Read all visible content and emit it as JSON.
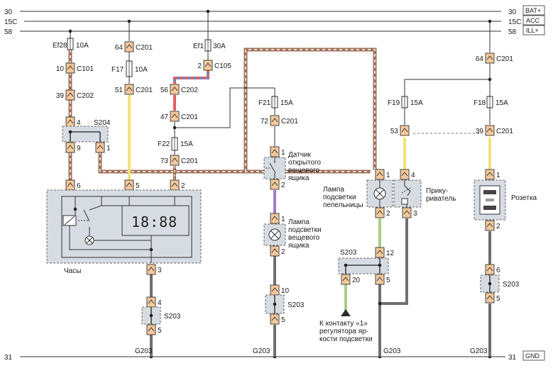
{
  "rails": {
    "r30": {
      "left": "30",
      "right": "30",
      "tag": "BAT+"
    },
    "r15c": {
      "left": "15C",
      "right": "15C",
      "tag": "ACC"
    },
    "r58": {
      "left": "58",
      "right": "58",
      "tag": "ILL+"
    },
    "r31": {
      "left": "31",
      "right": "31",
      "tag": "GND"
    }
  },
  "fuses": {
    "ef28": {
      "name": "Ef28",
      "rating": "10A"
    },
    "f17": {
      "name": "F17",
      "rating": "10A"
    },
    "ef1": {
      "name": "Ef1",
      "rating": "30A"
    },
    "f22": {
      "name": "F22",
      "rating": "15A"
    },
    "f21": {
      "name": "F21",
      "rating": "15A"
    },
    "f19": {
      "name": "F19",
      "rating": "15A"
    },
    "f18": {
      "name": "F18",
      "rating": "15A"
    }
  },
  "connectors": {
    "c101_10": {
      "pin": "10",
      "label": "C101"
    },
    "c202_39": {
      "pin": "39",
      "label": "C202"
    },
    "c201_64a": {
      "pin": "64",
      "label": "C201"
    },
    "c201_51": {
      "pin": "51",
      "label": "C201"
    },
    "c105_2": {
      "pin": "2",
      "label": "C105"
    },
    "c202_56": {
      "pin": "56",
      "label": "C202"
    },
    "c201_47": {
      "pin": "47",
      "label": "C201"
    },
    "c201_73": {
      "pin": "73",
      "label": "C201"
    },
    "c201_72": {
      "pin": "72",
      "label": "C201"
    },
    "c201_53": {
      "pin": "53",
      "label": ""
    },
    "c201_39": {
      "pin": "39",
      "label": "C201"
    },
    "c201_64b": {
      "pin": "64",
      "label": "C201"
    }
  },
  "splices": {
    "s204": {
      "label": "S204",
      "pin_top": "4",
      "pin_a": "9",
      "pin_b": "1"
    },
    "s203_clock": {
      "label": "S203",
      "pin_top": "4",
      "pin_bottom": "5"
    },
    "s203_glove": {
      "label": "S203",
      "pin_top": "10",
      "pin_bottom": "5"
    },
    "s203_mid": {
      "label": "S203",
      "pin_top": "12",
      "pin_side": "20",
      "pin_bottom": "5"
    },
    "s203_socket": {
      "label": "S203",
      "pin_top": "6",
      "pin_bottom": "5"
    }
  },
  "components": {
    "clock": {
      "label": "Часы",
      "display": "18:88",
      "pin_a": "6",
      "pin_b": "5",
      "pin_c": "2",
      "pin_gnd": "3"
    },
    "glove_switch": {
      "line1": "Датчик",
      "line2": "открытого",
      "line3": "вещевого",
      "line4": "ящика",
      "pin_top": "1",
      "pin_bottom": "2"
    },
    "glove_lamp": {
      "line1": "Лампа",
      "line2": "подсветки",
      "line3": "вещевого",
      "line4": "ящика",
      "pin_top": "1",
      "pin_bottom": "2"
    },
    "ashtray_lamp": {
      "line1": "Лампа",
      "line2": "подсветки",
      "line3": "пепельницы",
      "pin_top": "1",
      "pin_bottom": "2"
    },
    "lighter": {
      "line1": "Прику-",
      "line2": "риватель",
      "pin_top": "4",
      "pin_bottom": "3"
    },
    "socket": {
      "label": "Розетка",
      "pin_top": "1",
      "pin_bottom": "2"
    },
    "dimmer_note": {
      "line1": "К контакту «1»",
      "line2": "регулятора яр-",
      "line3": "кости подсветки"
    }
  },
  "grounds": {
    "g1": "G203",
    "g2": "G203",
    "g3": "G203",
    "g4": "G203"
  },
  "colors": {
    "black": "#2a2a2a",
    "grey": "#6f6f6f",
    "yellow": "#f3e37a",
    "red": "#e0615d",
    "blue": "#6c86c4",
    "brown": "#a0705a",
    "green": "#a9cf86",
    "violet": "#9f7ec7",
    "connector_fill": "#f2c89c",
    "box_fill": "#d7dbe2",
    "rail": "#333333"
  }
}
